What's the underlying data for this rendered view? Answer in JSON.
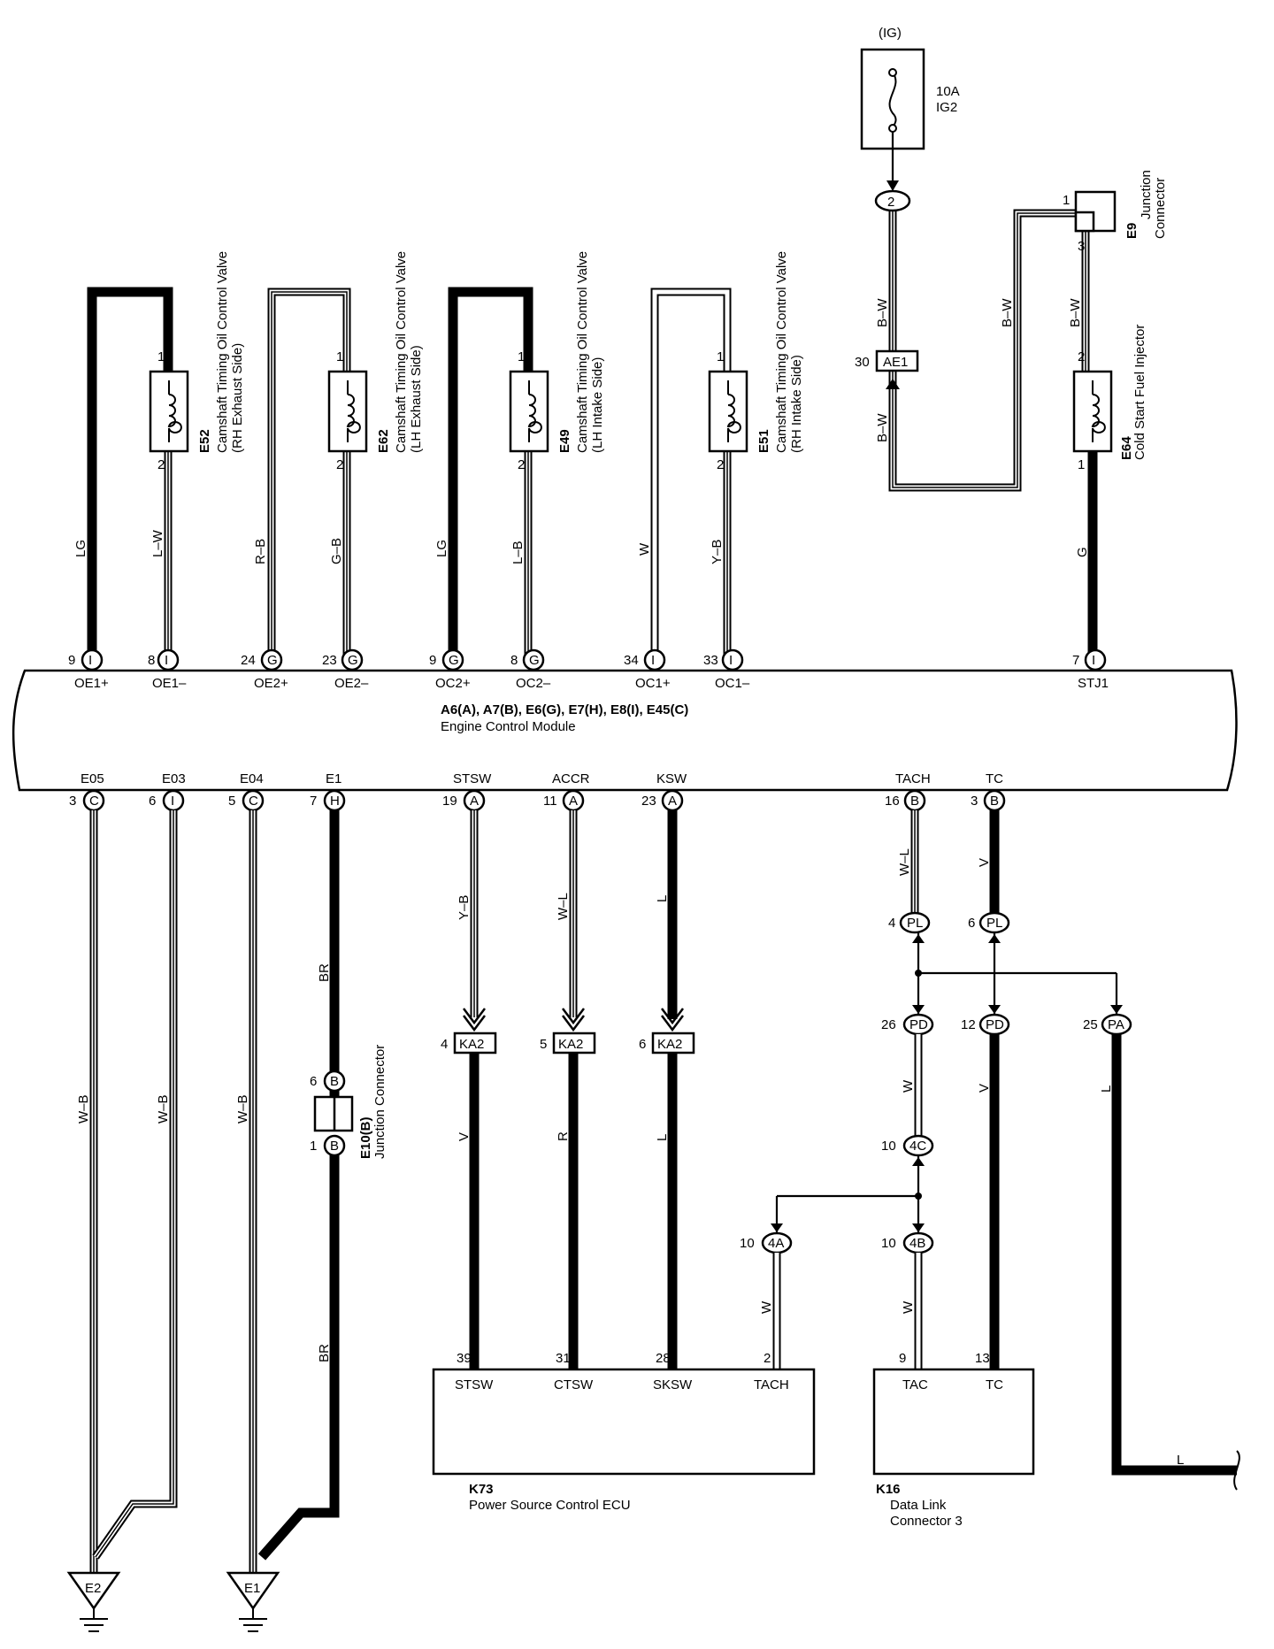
{
  "fuse": {
    "source": "(IG)",
    "rating": "10A",
    "name": "IG2"
  },
  "ecm": {
    "id": "A6(A), A7(B), E6(G), E7(H), E8(I), E45(C)",
    "name": "Engine Control Module",
    "top_pins": [
      {
        "num": "9",
        "letter": "I",
        "name": "OE1+"
      },
      {
        "num": "8",
        "letter": "I",
        "name": "OE1–"
      },
      {
        "num": "24",
        "letter": "G",
        "name": "OE2+"
      },
      {
        "num": "23",
        "letter": "G",
        "name": "OE2–"
      },
      {
        "num": "9",
        "letter": "G",
        "name": "OC2+"
      },
      {
        "num": "8",
        "letter": "G",
        "name": "OC2–"
      },
      {
        "num": "34",
        "letter": "I",
        "name": "OC1+"
      },
      {
        "num": "33",
        "letter": "I",
        "name": "OC1–"
      },
      {
        "num": "7",
        "letter": "I",
        "name": "STJ1"
      }
    ],
    "bottom_pins": [
      {
        "num": "3",
        "letter": "C",
        "name": "E05"
      },
      {
        "num": "6",
        "letter": "I",
        "name": "E03"
      },
      {
        "num": "5",
        "letter": "C",
        "name": "E04"
      },
      {
        "num": "7",
        "letter": "H",
        "name": "E1"
      },
      {
        "num": "19",
        "letter": "A",
        "name": "STSW"
      },
      {
        "num": "11",
        "letter": "A",
        "name": "ACCR"
      },
      {
        "num": "23",
        "letter": "A",
        "name": "KSW"
      },
      {
        "num": "16",
        "letter": "B",
        "name": "TACH"
      },
      {
        "num": "3",
        "letter": "B",
        "name": "TC"
      }
    ]
  },
  "valves": [
    {
      "id": "E52",
      "line1": "Camshaft Timing Oil Control Valve",
      "line2": "(RH Exhaust Side)",
      "pin_top": "1",
      "pin_bot": "2"
    },
    {
      "id": "E62",
      "line1": "Camshaft Timing Oil Control Valve",
      "line2": "(LH Exhaust Side)",
      "pin_top": "1",
      "pin_bot": "2"
    },
    {
      "id": "E49",
      "line1": "Camshaft Timing Oil Control Valve",
      "line2": "(LH Intake Side)",
      "pin_top": "1",
      "pin_bot": "2"
    },
    {
      "id": "E51",
      "line1": "Camshaft Timing Oil Control Valve",
      "line2": "(RH Intake Side)",
      "pin_top": "1",
      "pin_bot": "2"
    }
  ],
  "injector": {
    "id": "E64",
    "name": "Cold Start Fuel Injector",
    "pin_top": "2",
    "pin_bot": "1"
  },
  "junction_e9": {
    "id": "E9",
    "line1": "Junction",
    "line2": "Connector",
    "pin1": "1",
    "pin3": "3"
  },
  "junction_e10": {
    "id": "E10(B)",
    "name": "Junction Connector",
    "pin6": "6",
    "pin1": "1",
    "letter": "B"
  },
  "inline_connectors": {
    "fuse_out": "2",
    "ae1": {
      "num": "30",
      "label": "AE1"
    },
    "ka2": [
      {
        "num": "4",
        "label": "KA2"
      },
      {
        "num": "5",
        "label": "KA2"
      },
      {
        "num": "6",
        "label": "KA2"
      }
    ],
    "pl": [
      {
        "num": "4",
        "label": "PL"
      },
      {
        "num": "6",
        "label": "PL"
      }
    ],
    "pd": [
      {
        "num": "26",
        "label": "PD"
      },
      {
        "num": "12",
        "label": "PD"
      }
    ],
    "pa": {
      "num": "25",
      "label": "PA"
    },
    "c4c": {
      "num": "10",
      "label": "4C"
    },
    "c4a": {
      "num": "10",
      "label": "4A"
    },
    "c4b": {
      "num": "10",
      "label": "4B"
    }
  },
  "wire_colors": {
    "lg": "LG",
    "lw": "L–W",
    "rb": "R–B",
    "gb": "G–B",
    "lb": "L–B",
    "w": "W",
    "yb": "Y–B",
    "bw": "B–W",
    "g": "G",
    "wb": "W–B",
    "br": "BR",
    "wl": "W–L",
    "v": "V",
    "r": "R",
    "l": "L"
  },
  "k73": {
    "id": "K73",
    "name": "Power Source Control ECU",
    "pins": [
      {
        "num": "39",
        "name": "STSW"
      },
      {
        "num": "31",
        "name": "CTSW"
      },
      {
        "num": "28",
        "name": "SKSW"
      },
      {
        "num": "2",
        "name": "TACH"
      }
    ]
  },
  "k16": {
    "id": "K16",
    "line1": "Data Link",
    "line2": "Connector 3",
    "pins": [
      {
        "num": "9",
        "name": "TAC"
      },
      {
        "num": "13",
        "name": "TC"
      }
    ]
  },
  "grounds": [
    {
      "label": "E2"
    },
    {
      "label": "E1"
    }
  ]
}
